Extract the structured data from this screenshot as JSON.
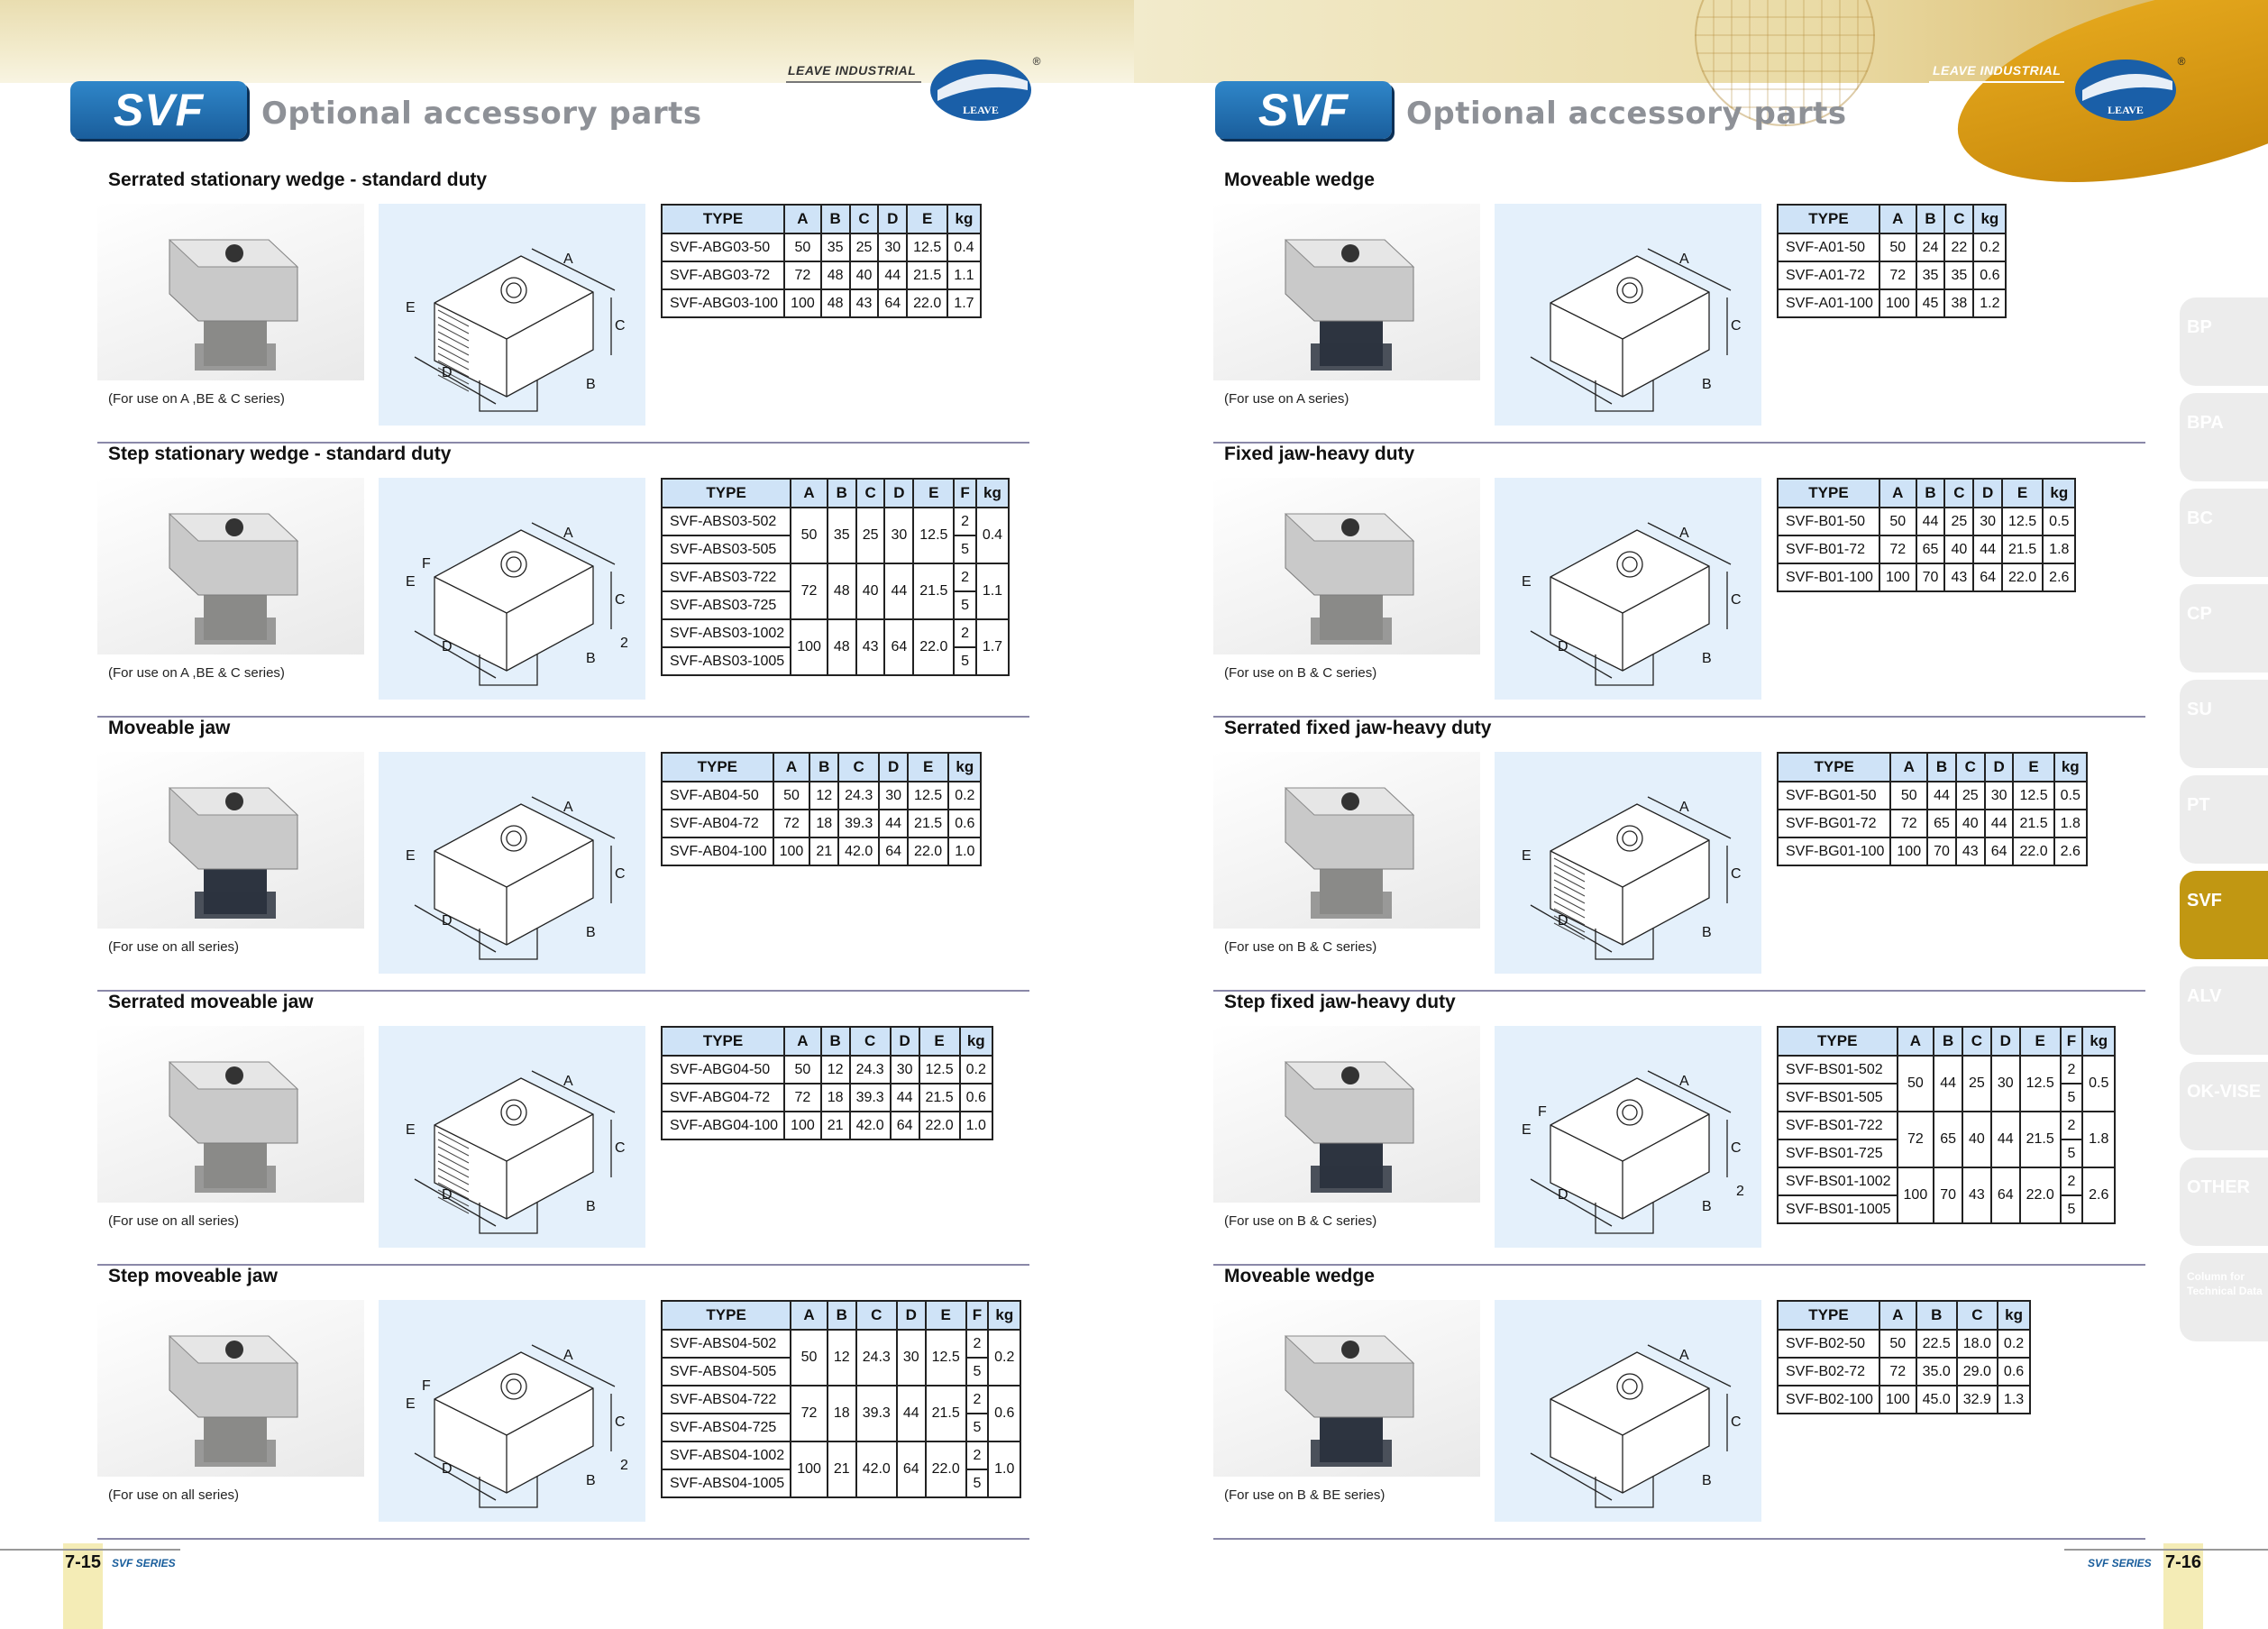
{
  "brand": "LEAVE INDUSTRIAL",
  "logo_text": "LEAVE",
  "registered": "®",
  "badge": "SVF",
  "title": "Optional accessory parts",
  "left_page": {
    "page_number": "7-15",
    "series": "SVF SERIES"
  },
  "right_page": {
    "page_number": "7-16",
    "series": "SVF SERIES"
  },
  "tabs": [
    "BP",
    "BPA",
    "BC",
    "CP",
    "SU",
    "PT",
    "SVF",
    "ALV",
    "OK-VISE",
    "OTHER",
    "Column for Technical Data"
  ],
  "active_tab": "SVF",
  "colors": {
    "badge": "#1a5e9c",
    "active_tab": "#c19712",
    "table_header": "#cfe3f7",
    "diagram_bg": "#e4f0fb"
  },
  "sections": [
    {
      "title": "Serrated stationary wedge - standard duty",
      "note": "(For use on A ,BE & C series)",
      "diagram": "serrated-wedge",
      "labels": [
        "A",
        "B",
        "C",
        "D",
        "E"
      ],
      "headers": [
        "TYPE",
        "A",
        "B",
        "C",
        "D",
        "E",
        "kg"
      ],
      "rows": [
        [
          "SVF-ABG03-50",
          "50",
          "35",
          "25",
          "30",
          "12.5",
          "0.4"
        ],
        [
          "SVF-ABG03-72",
          "72",
          "48",
          "40",
          "44",
          "21.5",
          "1.1"
        ],
        [
          "SVF-ABG03-100",
          "100",
          "48",
          "43",
          "64",
          "22.0",
          "1.7"
        ]
      ]
    },
    {
      "title": "Step stationary wedge - standard duty",
      "note": "(For use on A ,BE & C series)",
      "diagram": "step-wedge",
      "labels": [
        "A",
        "B",
        "C",
        "D",
        "E",
        "F",
        "2"
      ],
      "headers": [
        "TYPE",
        "A",
        "B",
        "C",
        "D",
        "E",
        "F",
        "kg"
      ],
      "groups": [
        {
          "types": [
            "SVF-ABS03-502",
            "SVF-ABS03-505"
          ],
          "vals": [
            "50",
            "35",
            "25",
            "30",
            "12.5"
          ],
          "f": [
            "2",
            "5"
          ],
          "kg": "0.4"
        },
        {
          "types": [
            "SVF-ABS03-722",
            "SVF-ABS03-725"
          ],
          "vals": [
            "72",
            "48",
            "40",
            "44",
            "21.5"
          ],
          "f": [
            "2",
            "5"
          ],
          "kg": "1.1"
        },
        {
          "types": [
            "SVF-ABS03-1002",
            "SVF-ABS03-1005"
          ],
          "vals": [
            "100",
            "48",
            "43",
            "64",
            "22.0"
          ],
          "f": [
            "2",
            "5"
          ],
          "kg": "1.7"
        }
      ]
    },
    {
      "title": "Moveable jaw",
      "note": "(For use on all series)",
      "diagram": "moveable-jaw",
      "labels": [
        "A",
        "B",
        "C",
        "D",
        "E"
      ],
      "headers": [
        "TYPE",
        "A",
        "B",
        "C",
        "D",
        "E",
        "kg"
      ],
      "rows": [
        [
          "SVF-AB04-50",
          "50",
          "12",
          "24.3",
          "30",
          "12.5",
          "0.2"
        ],
        [
          "SVF-AB04-72",
          "72",
          "18",
          "39.3",
          "44",
          "21.5",
          "0.6"
        ],
        [
          "SVF-AB04-100",
          "100",
          "21",
          "42.0",
          "64",
          "22.0",
          "1.0"
        ]
      ]
    },
    {
      "title": "Serrated moveable jaw",
      "note": "(For use on all series)",
      "diagram": "serrated-jaw",
      "labels": [
        "A",
        "B",
        "C",
        "D",
        "E"
      ],
      "headers": [
        "TYPE",
        "A",
        "B",
        "C",
        "D",
        "E",
        "kg"
      ],
      "rows": [
        [
          "SVF-ABG04-50",
          "50",
          "12",
          "24.3",
          "30",
          "12.5",
          "0.2"
        ],
        [
          "SVF-ABG04-72",
          "72",
          "18",
          "39.3",
          "44",
          "21.5",
          "0.6"
        ],
        [
          "SVF-ABG04-100",
          "100",
          "21",
          "42.0",
          "64",
          "22.0",
          "1.0"
        ]
      ]
    },
    {
      "title": "Step moveable jaw",
      "note": "(For use on all series)",
      "diagram": "step-jaw",
      "labels": [
        "A",
        "B",
        "C",
        "D",
        "E",
        "F",
        "2"
      ],
      "headers": [
        "TYPE",
        "A",
        "B",
        "C",
        "D",
        "E",
        "F",
        "kg"
      ],
      "groups": [
        {
          "types": [
            "SVF-ABS04-502",
            "SVF-ABS04-505"
          ],
          "vals": [
            "50",
            "12",
            "24.3",
            "30",
            "12.5"
          ],
          "f": [
            "2",
            "5"
          ],
          "kg": "0.2"
        },
        {
          "types": [
            "SVF-ABS04-722",
            "SVF-ABS04-725"
          ],
          "vals": [
            "72",
            "18",
            "39.3",
            "44",
            "21.5"
          ],
          "f": [
            "2",
            "5"
          ],
          "kg": "0.6"
        },
        {
          "types": [
            "SVF-ABS04-1002",
            "SVF-ABS04-1005"
          ],
          "vals": [
            "100",
            "21",
            "42.0",
            "64",
            "22.0"
          ],
          "f": [
            "2",
            "5"
          ],
          "kg": "1.0"
        }
      ]
    },
    {
      "title": "Moveable wedge",
      "note": "(For use on A series)",
      "diagram": "moveable-wedge",
      "labels": [
        "A",
        "B",
        "C"
      ],
      "headers": [
        "TYPE",
        "A",
        "B",
        "C",
        "kg"
      ],
      "rows": [
        [
          "SVF-A01-50",
          "50",
          "24",
          "22",
          "0.2"
        ],
        [
          "SVF-A01-72",
          "72",
          "35",
          "35",
          "0.6"
        ],
        [
          "SVF-A01-100",
          "100",
          "45",
          "38",
          "1.2"
        ]
      ]
    },
    {
      "title": "Fixed jaw-heavy duty",
      "note": "(For use on B & C series)",
      "diagram": "fixed-jaw",
      "labels": [
        "A",
        "B",
        "C",
        "D",
        "E"
      ],
      "headers": [
        "TYPE",
        "A",
        "B",
        "C",
        "D",
        "E",
        "kg"
      ],
      "rows": [
        [
          "SVF-B01-50",
          "50",
          "44",
          "25",
          "30",
          "12.5",
          "0.5"
        ],
        [
          "SVF-B01-72",
          "72",
          "65",
          "40",
          "44",
          "21.5",
          "1.8"
        ],
        [
          "SVF-B01-100",
          "100",
          "70",
          "43",
          "64",
          "22.0",
          "2.6"
        ]
      ]
    },
    {
      "title": "Serrated fixed jaw-heavy duty",
      "note": "(For use on B & C series)",
      "diagram": "serrated-fixed",
      "labels": [
        "A",
        "B",
        "C",
        "D",
        "E"
      ],
      "headers": [
        "TYPE",
        "A",
        "B",
        "C",
        "D",
        "E",
        "kg"
      ],
      "rows": [
        [
          "SVF-BG01-50",
          "50",
          "44",
          "25",
          "30",
          "12.5",
          "0.5"
        ],
        [
          "SVF-BG01-72",
          "72",
          "65",
          "40",
          "44",
          "21.5",
          "1.8"
        ],
        [
          "SVF-BG01-100",
          "100",
          "70",
          "43",
          "64",
          "22.0",
          "2.6"
        ]
      ]
    },
    {
      "title": "Step fixed jaw-heavy duty",
      "note": "(For use on B & C series)",
      "diagram": "step-fixed",
      "labels": [
        "A",
        "B",
        "C",
        "D",
        "E",
        "F",
        "2"
      ],
      "headers": [
        "TYPE",
        "A",
        "B",
        "C",
        "D",
        "E",
        "F",
        "kg"
      ],
      "groups": [
        {
          "types": [
            "SVF-BS01-502",
            "SVF-BS01-505"
          ],
          "vals": [
            "50",
            "44",
            "25",
            "30",
            "12.5"
          ],
          "f": [
            "2",
            "5"
          ],
          "kg": "0.5"
        },
        {
          "types": [
            "SVF-BS01-722",
            "SVF-BS01-725"
          ],
          "vals": [
            "72",
            "65",
            "40",
            "44",
            "21.5"
          ],
          "f": [
            "2",
            "5"
          ],
          "kg": "1.8"
        },
        {
          "types": [
            "SVF-BS01-1002",
            "SVF-BS01-1005"
          ],
          "vals": [
            "100",
            "70",
            "43",
            "64",
            "22.0"
          ],
          "f": [
            "2",
            "5"
          ],
          "kg": "2.6"
        }
      ]
    },
    {
      "title": "Moveable wedge",
      "note": "(For use on B & BE series)",
      "diagram": "moveable-wedge-b",
      "labels": [
        "A",
        "B",
        "C"
      ],
      "headers": [
        "TYPE",
        "A",
        "B",
        "C",
        "kg"
      ],
      "rows": [
        [
          "SVF-B02-50",
          "50",
          "22.5",
          "18.0",
          "0.2"
        ],
        [
          "SVF-B02-72",
          "72",
          "35.0",
          "29.0",
          "0.6"
        ],
        [
          "SVF-B02-100",
          "100",
          "45.0",
          "32.9",
          "1.3"
        ]
      ]
    }
  ]
}
